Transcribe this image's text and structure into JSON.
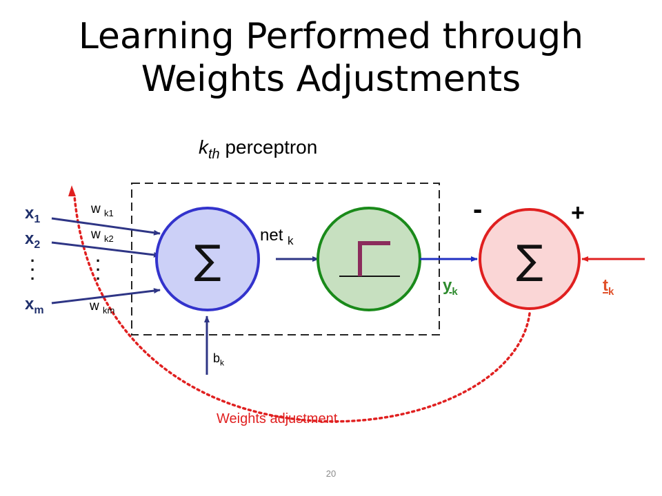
{
  "slide": {
    "title_line1": "Learning Performed through",
    "title_line2": "Weights Adjustments",
    "page_number": "20"
  },
  "diagram": {
    "perceptron_label": {
      "k": "k",
      "th": "th",
      "rest": " perceptron"
    },
    "inputs": [
      {
        "x": "x",
        "sub": "1"
      },
      {
        "x": "x",
        "sub": "2"
      },
      {
        "x": "x",
        "sub": "m"
      }
    ],
    "weights": [
      {
        "w": "w",
        "sub": "k1"
      },
      {
        "w": "w",
        "sub": "k2"
      },
      {
        "w": "w",
        "sub": "km"
      }
    ],
    "sum_symbol": "∑",
    "error_sum_symbol": "∑",
    "net": {
      "base": "net",
      "sub": "k"
    },
    "bias": {
      "base": "b",
      "sub": "k"
    },
    "output": {
      "base": "y",
      "sub": "k"
    },
    "target": {
      "base": "t",
      "sub": "k"
    },
    "minus_sign": "-",
    "plus_sign": "+",
    "feedback_label": "Weights adjustment",
    "colors": {
      "sum_fill": "#ccd0f7",
      "sum_stroke": "#3333cc",
      "act_fill": "#c7e0c0",
      "act_stroke": "#1a8a1a",
      "err_fill": "#fad6d6",
      "err_stroke": "#e02020",
      "input_arrow": "#2e3585",
      "output_arrow": "#1f2fc2",
      "target_arrow": "#e02020",
      "step_function": "#8b2c5c",
      "feedback": "#e02020",
      "output_label": "#2e8b2e",
      "target_label": "#e0502a"
    }
  }
}
